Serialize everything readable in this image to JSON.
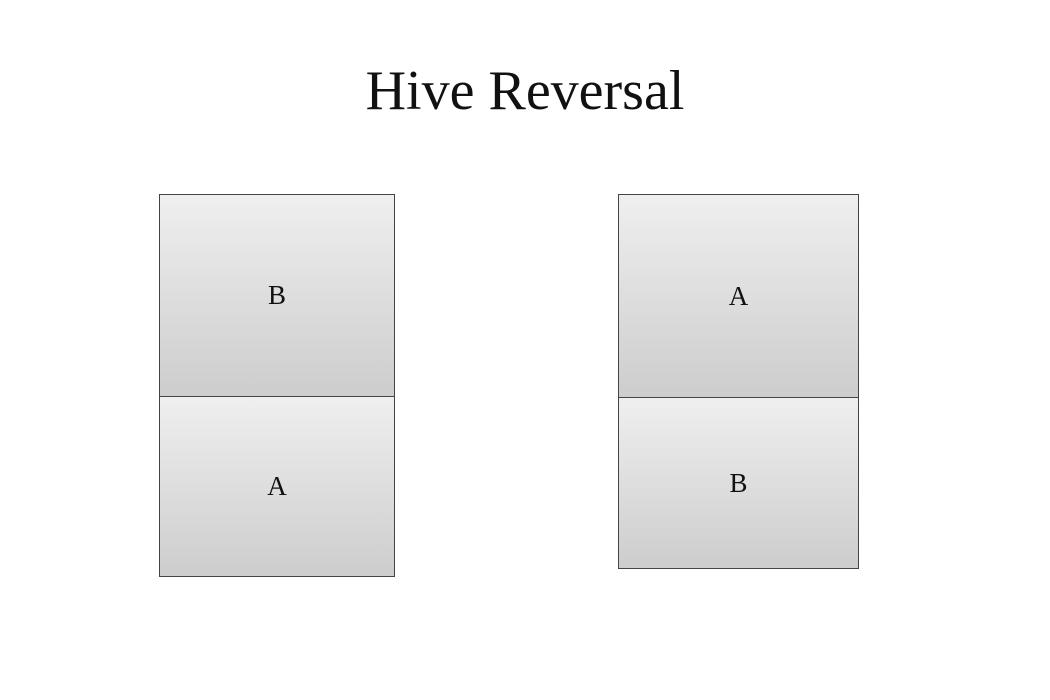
{
  "title": "Hive Reversal",
  "left_stack": {
    "top": "B",
    "bottom": "A"
  },
  "right_stack": {
    "top": "A",
    "bottom": "B"
  }
}
